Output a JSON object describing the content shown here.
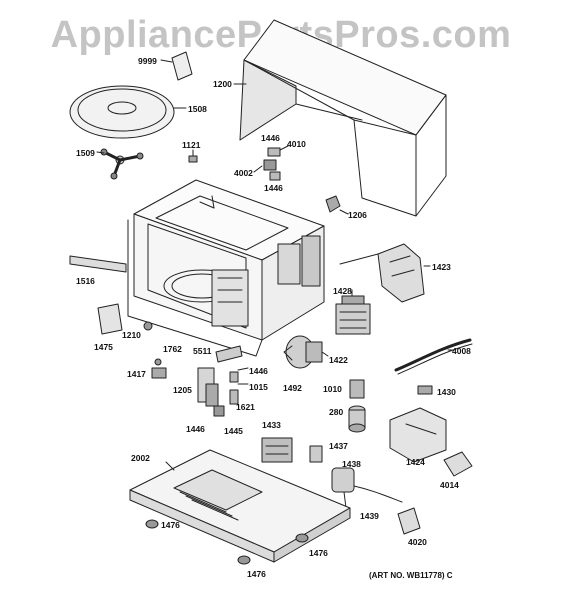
{
  "watermark": "AppliancePartsPros.com",
  "art_number": "(ART NO. WB11778) C",
  "parts": {
    "p9999": "9999",
    "p1508": "1508",
    "p1200": "1200",
    "p1509": "1509",
    "p1121": "1121",
    "p1446a": "1446",
    "p4010": "4010",
    "p4002": "4002",
    "p1446b": "1446",
    "p1206": "1206",
    "p1423": "1423",
    "p1516": "1516",
    "p1428": "1428",
    "p1475": "1475",
    "p1210": "1210",
    "p4008": "4008",
    "p1762": "1762",
    "p5511": "5511",
    "p1446c": "1446",
    "p1422": "1422",
    "p1417": "1417",
    "p1015": "1015",
    "p1492": "1492",
    "p1010": "1010",
    "p1430": "1430",
    "p1205": "1205",
    "p1621": "1621",
    "p280": "280",
    "p1446d": "1446",
    "p1445": "1445",
    "p1433": "1433",
    "p1437": "1437",
    "p2002": "2002",
    "p1438": "1438",
    "p1424": "1424",
    "p4014": "4014",
    "p1439": "1439",
    "p1476a": "1476",
    "p1476b": "1476",
    "p4020": "4020",
    "p1476c": "1476"
  }
}
